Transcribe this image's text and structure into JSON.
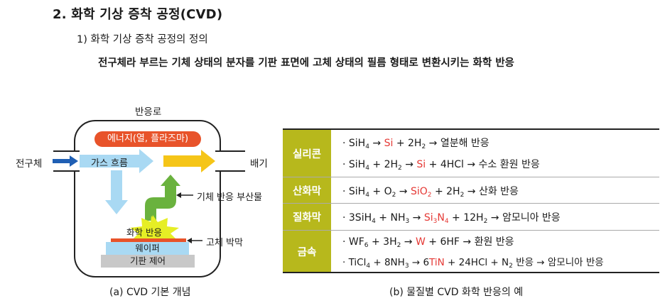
{
  "heading": "2. 화학 기상 증착 공정(CVD)",
  "subheading": "1) 화학 기상 증착 공정의 정의",
  "definition": "전구체라 부르는 기체 상태의 분자를 기판 표면에 고체 상태의 필름 형태로 변환시키는 화학 반응",
  "diagram": {
    "reactor": "반응로",
    "energy": "에너지(열, 플라즈마)",
    "precursor": "전구체",
    "gas_flow": "가스 흐름",
    "exhaust": "배기",
    "byproduct": "기체 반응 부산물",
    "reaction": "화학 반응",
    "solid_film": "고체 박막",
    "wafer": "웨이퍼",
    "substrate_control": "기판 제어",
    "caption": "(a) CVD 기본 개념",
    "colors": {
      "energy": "#e8532a",
      "gas_arrow": "#a9d9f3",
      "exhaust_arrow": "#f5c518",
      "byproduct_arrow": "#6ab23e",
      "precursor_arrow": "#1f5fb4"
    }
  },
  "table": {
    "caption": "(b) 물질별 CVD 화학 반응의 예",
    "categories": [
      "실리콘",
      "산화막",
      "질화막",
      "금속"
    ],
    "colors": {
      "category": "#b7b81c",
      "highlight": "#e53935"
    }
  }
}
